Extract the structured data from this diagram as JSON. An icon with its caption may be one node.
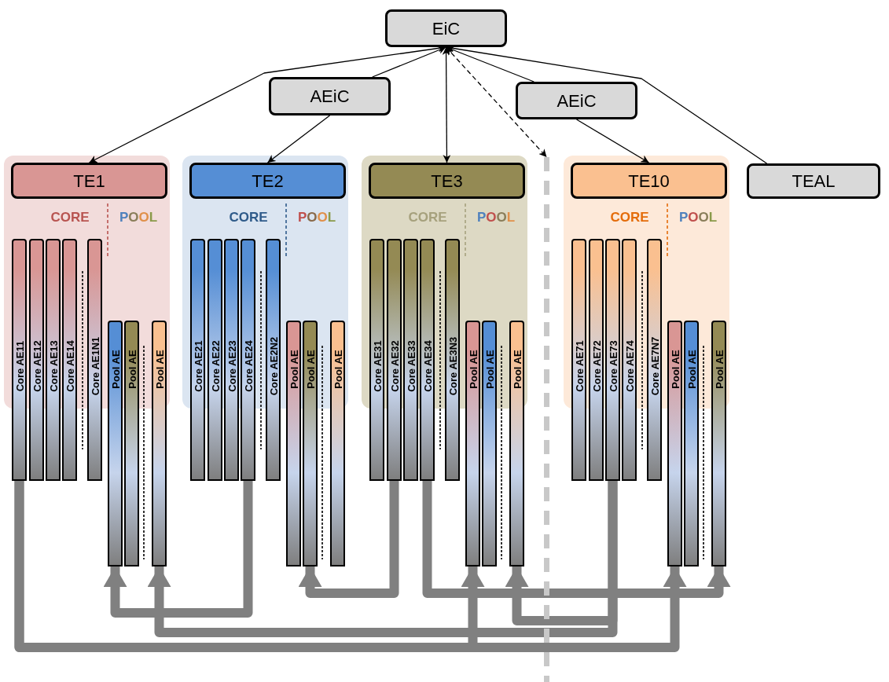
{
  "diagram": {
    "nodes": [
      {
        "text": [
          "EiC"
        ]
      },
      {
        "text": [
          "AEiC"
        ]
      },
      {
        "text": [
          "AEiC"
        ]
      },
      {
        "text": [
          "CORE",
          "POOL"
        ]
      },
      {
        "text": [
          "TE1"
        ],
        "in": 3
      },
      {
        "text": [
          "Core AE11"
        ]
      },
      {
        "text": [
          "Core AE12"
        ]
      },
      {
        "text": [
          "Core AE13"
        ]
      },
      {
        "text": [
          "Core AE14"
        ]
      },
      {
        "text": [
          "Core AE1N1"
        ]
      },
      {
        "text": [
          "Pool AE"
        ]
      },
      {
        "text": [
          "Pool AE"
        ]
      },
      {
        "text": [
          "Pool AE"
        ]
      },
      {
        "text": [
          "CORE",
          "POOL"
        ]
      },
      {
        "text": [
          "TE2"
        ],
        "in": 13
      },
      {
        "text": [
          "Core AE21"
        ]
      },
      {
        "text": [
          "Core AE22"
        ]
      },
      {
        "text": [
          "Core AE23"
        ]
      },
      {
        "text": [
          "Core AE24"
        ]
      },
      {
        "text": [
          "Core AE2N2"
        ]
      },
      {
        "text": [
          "Pool AE"
        ]
      },
      {
        "text": [
          "Pool AE"
        ]
      },
      {
        "text": [
          "Pool AE"
        ]
      },
      {
        "text": [
          "CORE",
          "POOL"
        ]
      },
      {
        "text": [
          "TE3"
        ],
        "in": 23
      },
      {
        "text": [
          "Core AE31"
        ]
      },
      {
        "text": [
          "Core AE32"
        ]
      },
      {
        "text": [
          "Core AE33"
        ]
      },
      {
        "text": [
          "Core AE34"
        ]
      },
      {
        "text": [
          "Core AE3N3"
        ]
      },
      {
        "text": [
          "Pool AE"
        ]
      },
      {
        "text": [
          "Pool AE"
        ]
      },
      {
        "text": [
          "Pool AE"
        ]
      },
      {
        "text": [
          "CORE",
          "POOL"
        ]
      },
      {
        "text": [
          "TE10"
        ],
        "in": 33
      },
      {
        "text": [
          "Core AE71"
        ]
      },
      {
        "text": [
          "Core AE72"
        ]
      },
      {
        "text": [
          "Core AE73"
        ]
      },
      {
        "text": [
          "Core AE74"
        ]
      },
      {
        "text": [
          "Core AE7N7"
        ]
      },
      {
        "text": [
          "Pool AE"
        ]
      },
      {
        "text": [
          "Pool AE"
        ]
      },
      {
        "text": [
          "Pool AE"
        ]
      },
      {
        "text": [
          "TEAL"
        ]
      },
      {
        "text": [],
        "shape": "bar"
      }
    ],
    "edges": [
      {
        "from": 0,
        "to": 4,
        "arrow": "both"
      },
      {
        "from": 1,
        "to": 0,
        "arrow": "to"
      },
      {
        "from": 1,
        "to": 14,
        "arrow": "to"
      },
      {
        "from": 0,
        "to": 24,
        "arrow": "both"
      },
      {
        "from": 0,
        "to": 44,
        "arrow": "both",
        "style": "dashed"
      },
      {
        "from": 2,
        "to": 0,
        "arrow": "to"
      },
      {
        "from": 2,
        "to": 34,
        "arrow": "to"
      },
      {
        "from": 43,
        "to": 0,
        "arrow": "to"
      },
      {
        "from": 5,
        "to": 40,
        "arrow": "to",
        "style": "thick",
        "color": "#808080"
      },
      {
        "from": 5,
        "to": 30,
        "arrow": "to",
        "style": "thick",
        "color": "#808080"
      },
      {
        "from": 18,
        "to": 10,
        "arrow": "to",
        "style": "thick",
        "color": "#808080"
      },
      {
        "from": 26,
        "to": 21,
        "arrow": "to",
        "style": "thick",
        "color": "#808080"
      },
      {
        "from": 28,
        "to": 42,
        "arrow": "to",
        "style": "thick",
        "color": "#808080"
      },
      {
        "from": 37,
        "to": 32,
        "arrow": "to",
        "style": "thick",
        "color": "#808080"
      },
      {
        "from": 37,
        "to": 12,
        "arrow": "to",
        "style": "thick",
        "color": "#808080"
      }
    ]
  }
}
